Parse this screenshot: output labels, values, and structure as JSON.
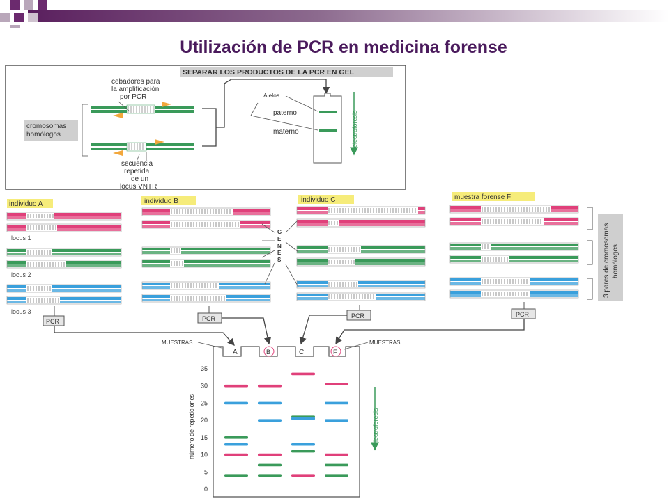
{
  "slide": {
    "title": "Utilización de PCR en medicina forense"
  },
  "colors": {
    "title": "#4a1a5c",
    "pink": "#e0407a",
    "green": "#3a9a5a",
    "blue": "#3aa0dc",
    "highlight": "#f6ec7a",
    "label_box": "#cfcfcf"
  },
  "top_panel": {
    "header": "SEPARAR LOS PRODUCTOS DE LA PCR EN GEL",
    "primers_label": [
      "cebadores para",
      "la amplificación",
      "por PCR"
    ],
    "homologous_label": [
      "cromosomas",
      "homólogos"
    ],
    "repeat_label": [
      "secuencia",
      "repetida",
      "de un",
      "locus VNTR"
    ],
    "alleles_label": "Alelos",
    "paternal_label": "paterno",
    "maternal_label": "materno",
    "electrophoresis_label": "electroforesis"
  },
  "individuals": [
    {
      "label": "individuo A"
    },
    {
      "label": "individuo B"
    },
    {
      "label": "individuo C"
    },
    {
      "label": "muestra forense F"
    }
  ],
  "locus_labels": [
    "locus 1",
    "locus 2",
    "locus 3"
  ],
  "genes_letters": [
    "G",
    "E",
    "N",
    "E",
    "S"
  ],
  "pairs_label": [
    "3 pares de cromosomas",
    "homólogos"
  ],
  "pcr_label": "PCR",
  "gel": {
    "samples_label": "MUESTRAS",
    "lanes": [
      "A",
      "B",
      "C",
      "F"
    ],
    "y_axis_label": "número de repeticiones",
    "y_ticks": [
      "35",
      "30",
      "25",
      "20",
      "15",
      "10",
      "5",
      "0"
    ],
    "electrophoresis_label": "electroforesis",
    "bands": [
      {
        "lane": "A",
        "value": 30,
        "color": "pink"
      },
      {
        "lane": "A",
        "value": 25,
        "color": "blue"
      },
      {
        "lane": "A",
        "value": 15,
        "color": "green"
      },
      {
        "lane": "A",
        "value": 13,
        "color": "blue"
      },
      {
        "lane": "A",
        "value": 10,
        "color": "pink"
      },
      {
        "lane": "A",
        "value": 4,
        "color": "green"
      },
      {
        "lane": "B",
        "value": 30,
        "color": "pink"
      },
      {
        "lane": "B",
        "value": 25,
        "color": "blue"
      },
      {
        "lane": "B",
        "value": 20,
        "color": "blue"
      },
      {
        "lane": "B",
        "value": 10,
        "color": "pink"
      },
      {
        "lane": "B",
        "value": 7,
        "color": "green"
      },
      {
        "lane": "B",
        "value": 4,
        "color": "green"
      },
      {
        "lane": "C",
        "value": 33.5,
        "color": "pink"
      },
      {
        "lane": "C",
        "value": 21,
        "color": "green"
      },
      {
        "lane": "C",
        "value": 20.5,
        "color": "blue"
      },
      {
        "lane": "C",
        "value": 13,
        "color": "blue"
      },
      {
        "lane": "C",
        "value": 11,
        "color": "green"
      },
      {
        "lane": "C",
        "value": 4,
        "color": "pink"
      },
      {
        "lane": "F",
        "value": 30.5,
        "color": "pink"
      },
      {
        "lane": "F",
        "value": 25,
        "color": "blue"
      },
      {
        "lane": "F",
        "value": 20,
        "color": "blue"
      },
      {
        "lane": "F",
        "value": 10,
        "color": "pink"
      },
      {
        "lane": "F",
        "value": 7,
        "color": "green"
      },
      {
        "lane": "F",
        "value": 4,
        "color": "green"
      }
    ]
  }
}
